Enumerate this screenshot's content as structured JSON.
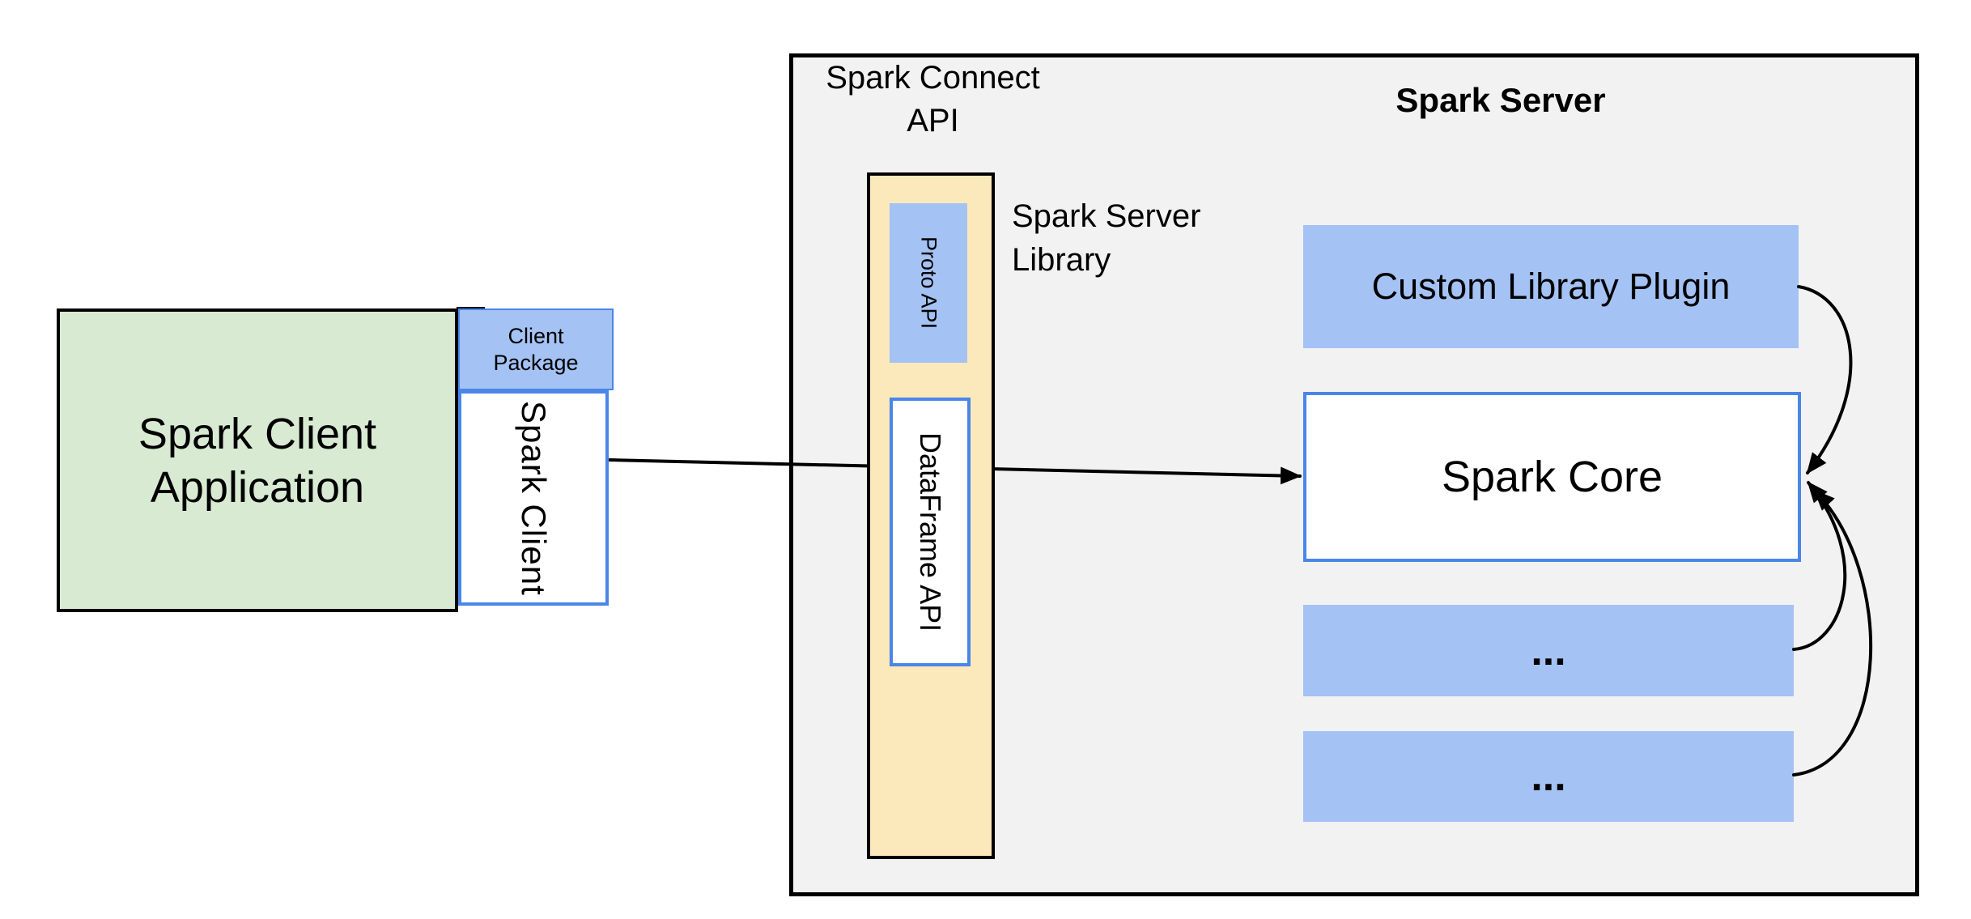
{
  "colors": {
    "green_fill": "#d9ead3",
    "blue_fill": "#a4c2f4",
    "blue_border": "#4a86e8",
    "cream_fill": "#fbe9bb",
    "gray_fill": "#f2f2f2",
    "line": "#000000"
  },
  "client": {
    "app_title": {
      "line1": "Spark Client",
      "line2": "Application"
    },
    "package": {
      "line1": "Client",
      "line2": "Package"
    },
    "spark_client_label": "Spark Client"
  },
  "connect": {
    "api_label": {
      "line1": "Spark Connect",
      "line2": "API"
    },
    "proto_api_label": "Proto API",
    "dataframe_api_label": "DataFrame API",
    "server_library_label": {
      "line1": "Spark Server",
      "line2": "Library"
    }
  },
  "server": {
    "title": "Spark Server",
    "custom_plugin_label": "Custom Library Plugin",
    "spark_core_label": "Spark Core",
    "more_plugins_1": "...",
    "more_plugins_2": "..."
  }
}
